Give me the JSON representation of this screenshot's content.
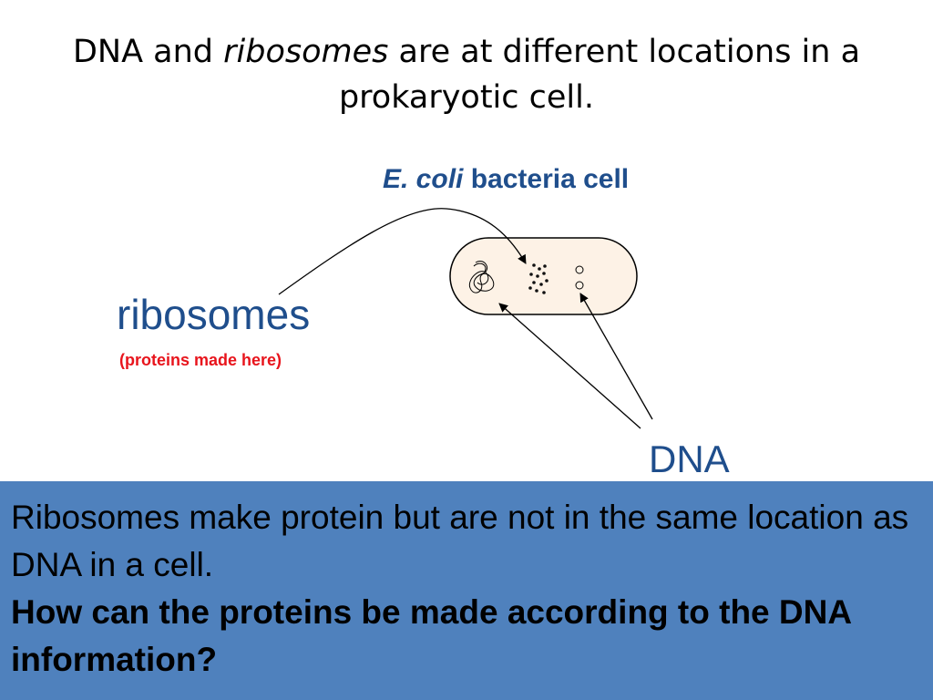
{
  "title": {
    "part1": "DNA and ",
    "italic": "ribosomes",
    "part2": " are at different locations in a prokaryotic cell."
  },
  "cell_title": {
    "italic": "E. coli",
    "rest": " bacteria cell"
  },
  "labels": {
    "ribosomes": "ribosomes",
    "ribosomes_note": "(proteins made here)",
    "dna": "DNA"
  },
  "callout": {
    "statement": "Ribosomes make protein but are not in the same location as DNA in a cell.",
    "question": "How can the proteins be made according to the DNA information?"
  },
  "colors": {
    "label_blue": "#1f4e8c",
    "note_red": "#e8141c",
    "callout_bg": "#4f81bd",
    "cell_fill": "#fdf2e6"
  }
}
